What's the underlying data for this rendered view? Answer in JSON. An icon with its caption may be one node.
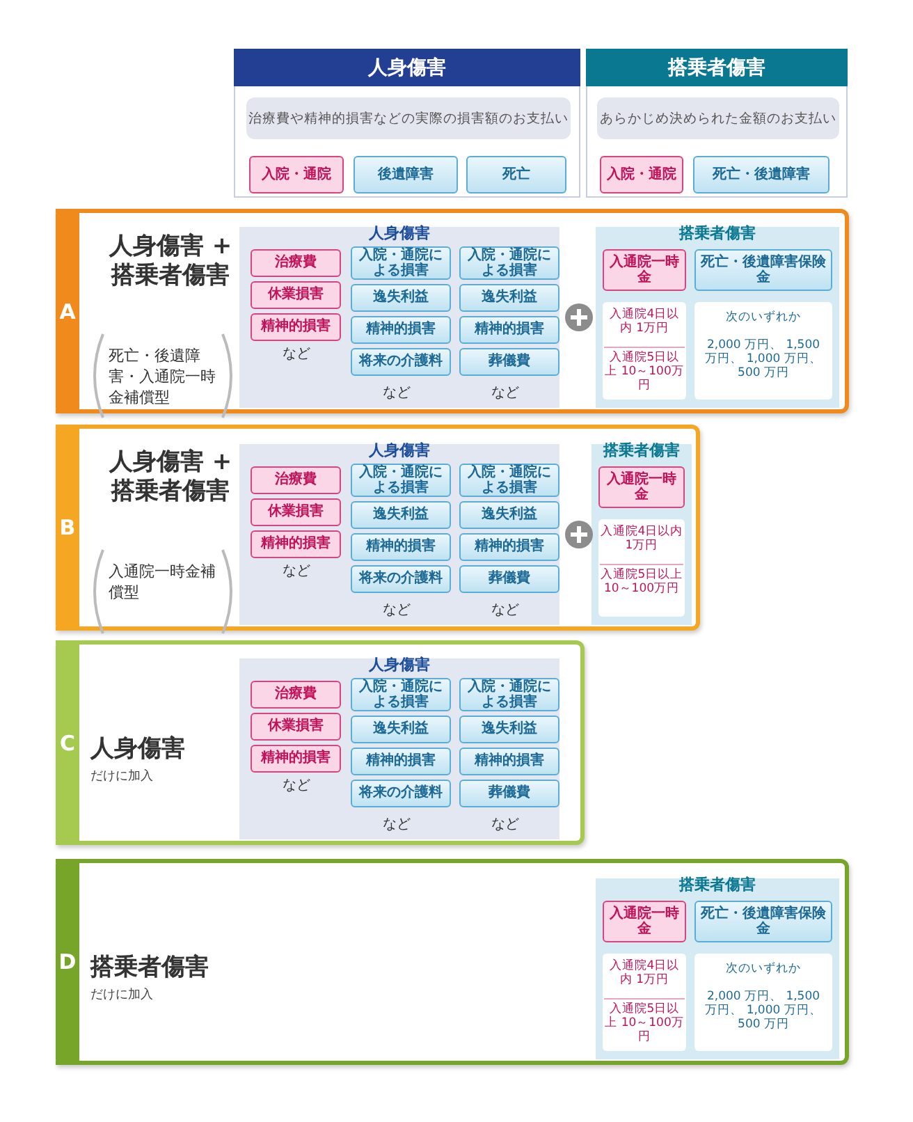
{
  "diagram": {
    "nodes": [
      {
        "text": [
          "人身傷害"
        ]
      },
      {
        "text": [
          "治療費や精神的損害などの実際の損害額のお支払い"
        ],
        "in": 0
      },
      {
        "text": [
          "入院・通院"
        ],
        "in": 0
      },
      {
        "text": [
          "後遺障害"
        ],
        "in": 0
      },
      {
        "text": [
          "死亡"
        ],
        "in": 0
      },
      {
        "text": [
          "搭乗者傷害"
        ]
      },
      {
        "text": [
          "あらかじめ決められた金額のお支払い"
        ],
        "in": 5
      },
      {
        "text": [
          "入院・通院"
        ],
        "in": 5
      },
      {
        "text": [
          "死亡・後遺障害"
        ],
        "in": 5
      },
      {
        "text": [
          "A",
          "人身傷害 + 搭乗者傷害",
          "死亡・後遺障害・入通院一時金補償型"
        ]
      },
      {
        "text": [
          "人身傷害",
          "など",
          "など",
          "など"
        ],
        "in": 9
      },
      {
        "text": [
          "治療費"
        ],
        "in": 10
      },
      {
        "text": [
          "休業損害"
        ],
        "in": 10
      },
      {
        "text": [
          "精神的損害"
        ],
        "in": 10
      },
      {
        "text": [
          "入院・通院による損害"
        ],
        "in": 10
      },
      {
        "text": [
          "逸失利益"
        ],
        "in": 10
      },
      {
        "text": [
          "精神的損害"
        ],
        "in": 10
      },
      {
        "text": [
          "将来の介護料"
        ],
        "in": 10
      },
      {
        "text": [
          "入院・通院による損害"
        ],
        "in": 10
      },
      {
        "text": [
          "逸失利益"
        ],
        "in": 10
      },
      {
        "text": [
          "精神的損害"
        ],
        "in": 10
      },
      {
        "text": [
          "葬儀費"
        ],
        "in": 10
      },
      {
        "text": [
          "搭乗者傷害"
        ],
        "in": 9
      },
      {
        "text": [
          "入通院一時金"
        ],
        "in": 22
      },
      {
        "text": [
          "死亡・後遺障害保険金"
        ],
        "in": 22
      },
      {
        "text": [
          "入通院4日以内 1万円",
          "入通院5日以上 10～100万円"
        ],
        "in": 22
      },
      {
        "text": [
          "次のいずれか",
          "2,000 万円、 1,500 万円、 1,000 万円、500 万円"
        ],
        "in": 22
      },
      {
        "text": [
          "B",
          "人身傷害 + 搭乗者傷害",
          "入通院一時金補償型"
        ]
      },
      {
        "text": [
          "人身傷害",
          "など",
          "など",
          "など"
        ],
        "in": 27
      },
      {
        "text": [
          "治療費"
        ],
        "in": 28
      },
      {
        "text": [
          "休業損害"
        ],
        "in": 28
      },
      {
        "text": [
          "精神的損害"
        ],
        "in": 28
      },
      {
        "text": [
          "入院・通院による損害"
        ],
        "in": 28
      },
      {
        "text": [
          "逸失利益"
        ],
        "in": 28
      },
      {
        "text": [
          "精神的損害"
        ],
        "in": 28
      },
      {
        "text": [
          "将来の介護料"
        ],
        "in": 28
      },
      {
        "text": [
          "入院・通院による損害"
        ],
        "in": 28
      },
      {
        "text": [
          "逸失利益"
        ],
        "in": 28
      },
      {
        "text": [
          "精神的損害"
        ],
        "in": 28
      },
      {
        "text": [
          "葬儀費"
        ],
        "in": 28
      },
      {
        "text": [
          "搭乗者傷害"
        ],
        "in": 27
      },
      {
        "text": [
          "入通院一時金"
        ],
        "in": 40
      },
      {
        "text": [
          "入通院4日以内 1万円",
          "入通院5日以上 10～100万円"
        ],
        "in": 40
      },
      {
        "text": [
          "C",
          "人身傷害",
          "だけに加入"
        ]
      },
      {
        "text": [
          "人身傷害",
          "など",
          "など",
          "など"
        ],
        "in": 43
      },
      {
        "text": [
          "治療費"
        ],
        "in": 44
      },
      {
        "text": [
          "休業損害"
        ],
        "in": 44
      },
      {
        "text": [
          "精神的損害"
        ],
        "in": 44
      },
      {
        "text": [
          "入院・通院による損害"
        ],
        "in": 44
      },
      {
        "text": [
          "逸失利益"
        ],
        "in": 44
      },
      {
        "text": [
          "精神的損害"
        ],
        "in": 44
      },
      {
        "text": [
          "将来の介護料"
        ],
        "in": 44
      },
      {
        "text": [
          "入院・通院による損害"
        ],
        "in": 44
      },
      {
        "text": [
          "逸失利益"
        ],
        "in": 44
      },
      {
        "text": [
          "精神的損害"
        ],
        "in": 44
      },
      {
        "text": [
          "葬儀費"
        ],
        "in": 44
      },
      {
        "text": [
          "D",
          "搭乗者傷害",
          "だけに加入"
        ]
      },
      {
        "text": [
          "搭乗者傷害"
        ],
        "in": 56
      },
      {
        "text": [
          "入通院一時金"
        ],
        "in": 57
      },
      {
        "text": [
          "死亡・後遺障害保険金"
        ],
        "in": 57
      },
      {
        "text": [
          "入通院4日以内 1万円",
          "入通院5日以上 10～100万円"
        ],
        "in": 57
      },
      {
        "text": [
          "次のいずれか",
          "2,000 万円、 1,500 万円、 1,000 万円、500 万円"
        ],
        "in": 57
      }
    ]
  }
}
